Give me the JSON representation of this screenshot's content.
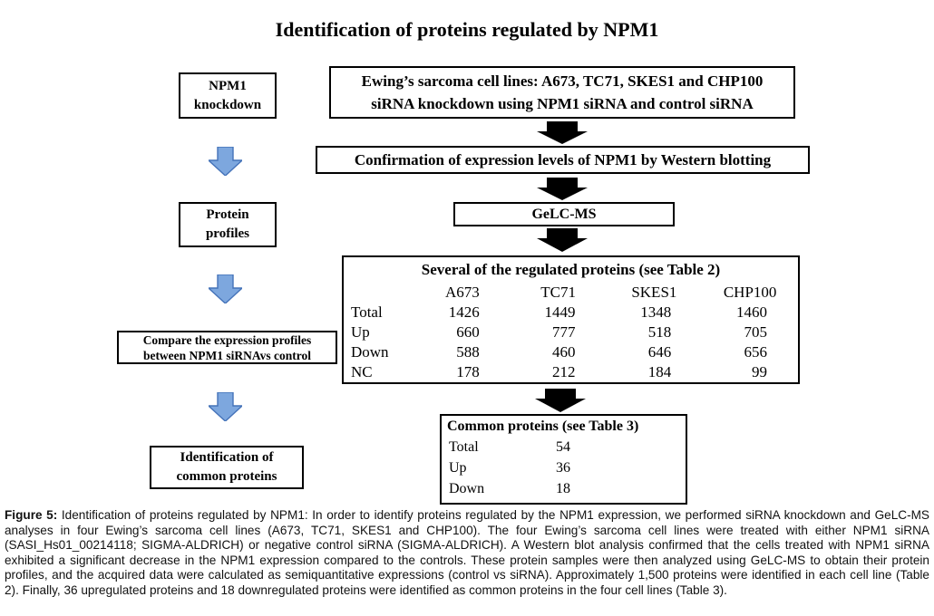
{
  "title": "Identification of proteins regulated by NPM1",
  "flowchart": {
    "boxes": {
      "npm1_knockdown": {
        "line1": "NPM1",
        "line2": "knockdown"
      },
      "ewing": {
        "line1": "Ewing’s sarcoma cell lines: A673, TC71, SKES1 and CHP100",
        "line2": "siRNA knockdown using NPM1 siRNA and control siRNA"
      },
      "confirmation": {
        "label": "Confirmation of expression levels of NPM1 by Western blotting"
      },
      "gelcms": {
        "label": "GeLC-MS"
      },
      "protein_profiles": {
        "line1": "Protein",
        "line2": "profiles"
      },
      "compare": {
        "line1": "Compare the expression profiles",
        "line2": "between NPM1 siRNAvs control"
      },
      "identification": {
        "line1": "Identification of",
        "line2": "common proteins"
      }
    },
    "regulated_table": {
      "title": "Several of the regulated proteins (see Table 2)",
      "columns": [
        "A673",
        "TC71",
        "SKES1",
        "CHP100"
      ],
      "rows": [
        {
          "label": "Total",
          "values": [
            1426,
            1449,
            1348,
            1460
          ]
        },
        {
          "label": "Up",
          "values": [
            660,
            777,
            518,
            705
          ]
        },
        {
          "label": "Down",
          "values": [
            588,
            460,
            646,
            656
          ]
        },
        {
          "label": "NC",
          "values": [
            178,
            212,
            184,
            99
          ]
        }
      ]
    },
    "common_table": {
      "title": "Common proteins (see Table 3)",
      "rows": [
        {
          "label": "Total",
          "value": 54
        },
        {
          "label": "Up",
          "value": 36
        },
        {
          "label": "Down",
          "value": 18
        }
      ]
    }
  },
  "caption": {
    "label": "Figure 5:",
    "text": " Identification of proteins regulated by NPM1: In order to identify proteins regulated by the NPM1 expression, we performed siRNA knockdown and GeLC-MS analyses in four Ewing’s sarcoma cell lines (A673, TC71, SKES1 and CHP100). The four Ewing’s sarcoma cell lines were treated with either NPM1 siRNA (SASI_Hs01_00214118; SIGMA-ALDRICH) or negative control siRNA (SIGMA-ALDRICH). A Western blot analysis confirmed that the cells treated with NPM1 siRNA exhibited a significant decrease in the NPM1 expression compared to the controls. These protein samples were then analyzed using GeLC-MS to obtain their protein profiles, and the acquired data were calculated as semiquantitative expressions (control vs siRNA). Approximately 1,500 proteins were identified in each cell line (Table 2). Finally, 36 upregulated proteins and 18 downregulated proteins were identified as common proteins in the four cell lines (Table 3)."
  },
  "colors": {
    "blue_arrow_fill": "#7da7de",
    "blue_arrow_border": "#4573b9",
    "black_arrow": "#000000"
  }
}
